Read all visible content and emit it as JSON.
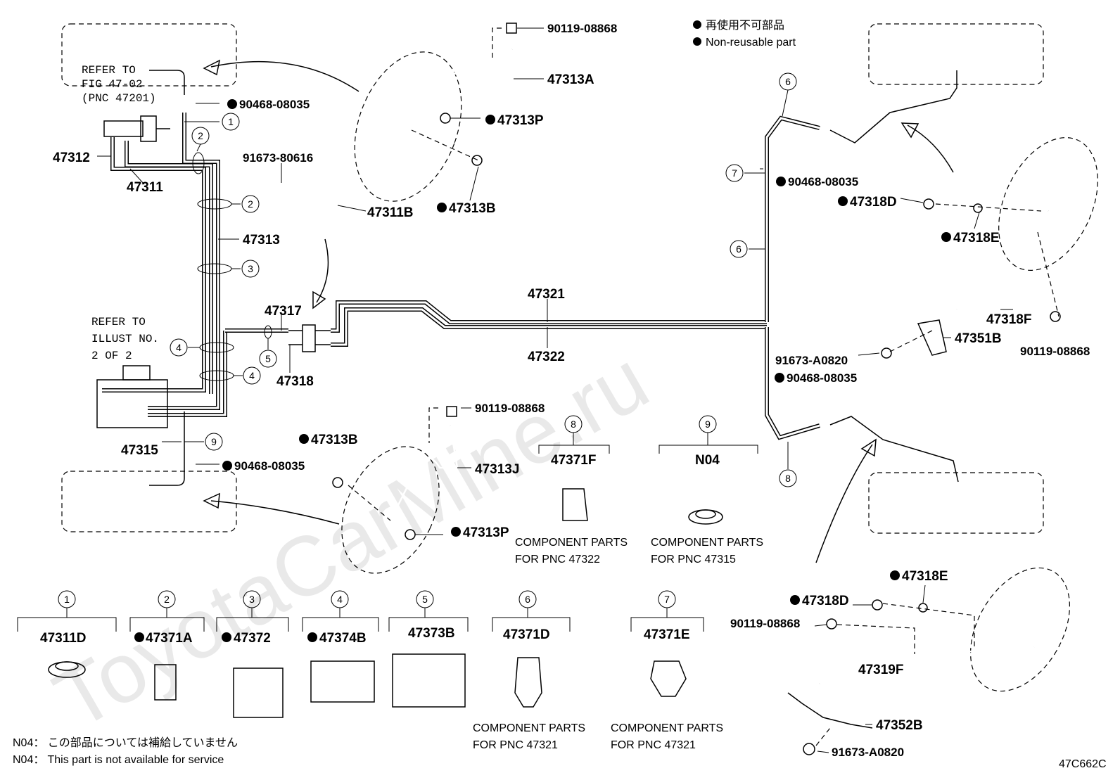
{
  "legend": {
    "jp": "再使用不可部品",
    "en": "Non-reusable part"
  },
  "refer_fig": {
    "line1": "REFER TO",
    "line2": "FIG 47-02",
    "line3": "(PNC 47201)"
  },
  "refer_illust": {
    "line1": "REFER TO",
    "line2": "ILLUST NO.",
    "line3": "2 OF 2"
  },
  "parts": {
    "p90119_top": "90119-08868",
    "p47313A": "47313A",
    "p47313P_top": "47313P",
    "p47313B_top": "47313B",
    "p90468_top": "90468-08035",
    "p47312": "47312",
    "p47311": "47311",
    "p91673_80616": "91673-80616",
    "p47311B": "47311B",
    "p47313": "47313",
    "p47317": "47317",
    "p47318": "47318",
    "p47321": "47321",
    "p47322": "47322",
    "p47315": "47315",
    "p90468_bot": "90468-08035",
    "p47313B_bot": "47313B",
    "p90119_mid": "90119-08868",
    "p47313J": "47313J",
    "p47313P_bot": "47313P",
    "p47371F": "47371F",
    "pN04": "N04",
    "p90468_right_top": "90468-08035",
    "p47318D_top": "47318D",
    "p47318E_top": "47318E",
    "p47318F": "47318F",
    "p47351B": "47351B",
    "p90119_right": "90119-08868",
    "p91673_A0820_mid": "91673-A0820",
    "p90468_right_bot": "90468-08035",
    "p47318E_bot": "47318E",
    "p47318D_bot": "47318D",
    "p90119_bot": "90119-08868",
    "p47319F": "47319F",
    "p47352B": "47352B",
    "p91673_A0820_bot": "91673-A0820"
  },
  "component_notes": {
    "c47322_l1": "COMPONENT PARTS",
    "c47322_l2": "FOR PNC 47322",
    "c47315_l1": "COMPONENT PARTS",
    "c47315_l2": "FOR PNC 47315",
    "c47321a_l1": "COMPONENT PARTS",
    "c47321a_l2": "FOR PNC 47321",
    "c47321b_l1": "COMPONENT PARTS",
    "c47321b_l2": "FOR PNC 47321"
  },
  "bottom_parts": {
    "b1_num": "1",
    "b1": "47311D",
    "b2_num": "2",
    "b2": "47371A",
    "b3_num": "3",
    "b3": "47372",
    "b4_num": "4",
    "b4": "47374B",
    "b5_num": "5",
    "b5": "47373B",
    "b6_num": "6",
    "b6": "47371D",
    "b7_num": "7",
    "b7": "47371E",
    "b8_num": "8",
    "b9_num": "9"
  },
  "callouts": {
    "c1": "1",
    "c2": "2",
    "c3": "3",
    "c4": "4",
    "c5": "5",
    "c6": "6",
    "c7": "7",
    "c8": "8",
    "c9": "9"
  },
  "footer": {
    "n04_jp": "N04： この部品については補給していません",
    "n04_en": "N04： This part is not available for service",
    "code": "47C662C"
  },
  "watermark": "ToyotaCarMine.ru"
}
